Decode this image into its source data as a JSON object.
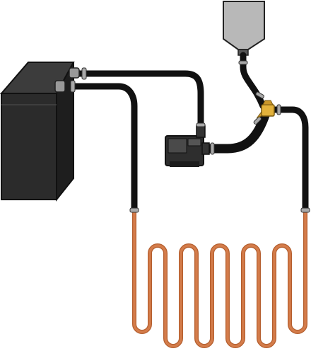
{
  "diagram": {
    "components": [
      {
        "id": "heater",
        "kind": "box-unit",
        "icon": "heater-box-icon"
      },
      {
        "id": "pump",
        "kind": "electric-pump",
        "icon": "pump-icon"
      },
      {
        "id": "reservoir",
        "kind": "funnel-tank",
        "icon": "reservoir-icon"
      },
      {
        "id": "tee",
        "kind": "brass-tee-fitting",
        "icon": "tee-fitting-icon"
      },
      {
        "id": "coil",
        "kind": "serpentine-copper-coil",
        "icon": "coil-icon"
      }
    ],
    "colors": {
      "hose": "#111111",
      "copper": "#d47c4a",
      "copper_dark": "#b45f2f",
      "unit_body": "#2b2b2b",
      "unit_shade": "#3c3c3c",
      "brass": "#e3b23c",
      "reservoir": "#b8b8b8",
      "clamp": "#a9a9a9"
    }
  }
}
